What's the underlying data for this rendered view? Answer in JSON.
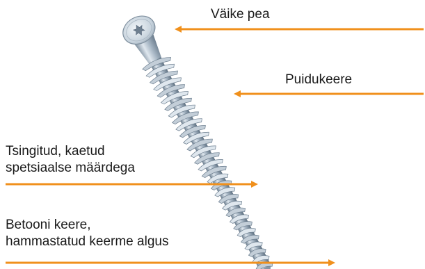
{
  "annotations": [
    {
      "key": "head",
      "lines": [
        "Väike pea"
      ]
    },
    {
      "key": "wood_thread",
      "lines": [
        "Puidukeere"
      ]
    },
    {
      "key": "coating",
      "lines": [
        "Tsingitud, kaetud",
        "spetsiaalse määrdega"
      ]
    },
    {
      "key": "concrete_thread",
      "lines": [
        "Betooni keere,",
        "hammastatud keerme algus"
      ]
    }
  ],
  "colors": {
    "arrow": "#f0901c",
    "text": "#1a1a1a",
    "screw_light": "#dfe7ee",
    "screw_mid": "#a9b8c6",
    "screw_dark": "#6b7d8e",
    "background": "#ffffff"
  },
  "icons": {
    "head_recess": "torx-recess-icon"
  }
}
